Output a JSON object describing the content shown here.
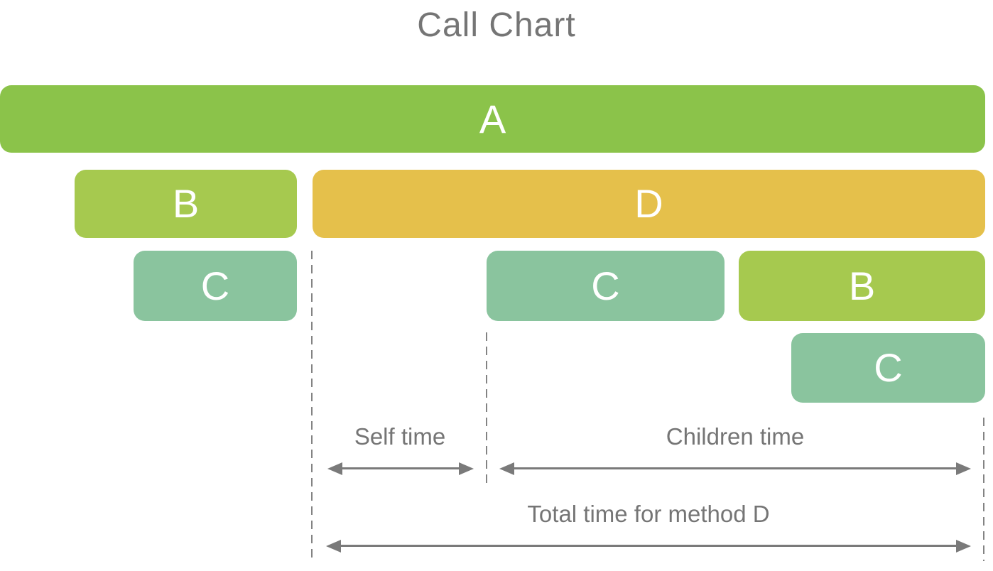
{
  "title": "Call Chart",
  "colors": {
    "method_a_green": "#8BC34A",
    "method_b_green": "#A6C94F",
    "method_c_teal": "#8AC49E",
    "method_d_amber": "#E5C04B",
    "label_text_white": "#FFFFFF",
    "annotation_gray": "#757575",
    "arrow_gray": "#7A7A7A"
  },
  "bars": [
    {
      "id": "A",
      "label": "A",
      "row": 1,
      "parent": null
    },
    {
      "id": "B1",
      "label": "B",
      "row": 2,
      "parent": "A"
    },
    {
      "id": "D",
      "label": "D",
      "row": 2,
      "parent": "A"
    },
    {
      "id": "C1",
      "label": "C",
      "row": 3,
      "parent": "B1"
    },
    {
      "id": "C2",
      "label": "C",
      "row": 3,
      "parent": "D"
    },
    {
      "id": "B2",
      "label": "B",
      "row": 3,
      "parent": "D"
    },
    {
      "id": "C3",
      "label": "C",
      "row": 4,
      "parent": "B2"
    }
  ],
  "annotations": {
    "self_time": "Self time",
    "children_time": "Children time",
    "total_time": "Total time for method D"
  }
}
